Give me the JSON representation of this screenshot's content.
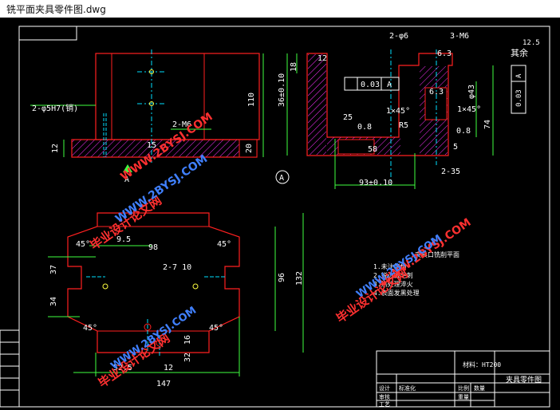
{
  "window": {
    "title": "铣平面夹具零件图.dwg"
  },
  "colors": {
    "background": "#000000",
    "outline": "#ff2020",
    "cyan": "#00e0ff",
    "green": "#40ff40",
    "yellow": "#ffff40",
    "white": "#ffffff",
    "watermark_red": "#ff3030",
    "watermark_blue": "#4080ff"
  },
  "front_view": {
    "hole_note": "2-φ5H7(销)",
    "thread_note": "2-M6",
    "height_110": "110",
    "dim_20": "20",
    "dim_12": "12",
    "dim_15": "15",
    "section_mark": "A"
  },
  "side_view": {
    "hole_dim": "2-φ6",
    "thread_dim": "3-M6",
    "dim_12": "12",
    "dim_36": "36±0.10",
    "dim_18": "18",
    "parallel_tol": "0.03",
    "datum": "A",
    "chamfer_1": "1×45°",
    "chamfer_2": "1×45°",
    "rough_1": "6.3",
    "rough_2": "6.3",
    "rough_3": "0.8",
    "rough_4": "0.8",
    "dim_r5": "R5",
    "dim_25": "25",
    "dim_5": "5",
    "dim_58": "58",
    "dim_2_35": "2-35",
    "dim_93": "93±0.10",
    "dim_74": "74",
    "dim_phi43": "φ43",
    "section_mark": "A",
    "other": "其余",
    "other_rough": "12.5",
    "tol_box_1": "0.03",
    "tol_box_2": "A"
  },
  "top_view": {
    "dim_95": "9.5",
    "dim_98": "98",
    "thread_note": "2-7 10",
    "dim_37": "37",
    "dim_34": "34",
    "dim_96": "96",
    "dim_132": "132",
    "angle_1": "45°",
    "angle_2": "45°",
    "angle_3": "45°",
    "angle_4": "45°",
    "dim_52_5": "52.5",
    "dim_12": "12",
    "dim_147": "147",
    "dim_16": "16",
    "dim_32": "32"
  },
  "notes": {
    "line_1": "夹具口铣削平面",
    "line_2": "1.未注倒角",
    "line_3": "2.锐边去毛刺",
    "line_4": "3.热处理淬火",
    "line_5": "4.表面发黑处理"
  },
  "title_block": {
    "material": "材料：HT200",
    "part_name": "夹具零件图",
    "row_1": "设计",
    "row_2": "审核",
    "row_3": "工艺",
    "row_4": "标准化",
    "col_1": "比例",
    "col_2": "数量",
    "col_3": "重量"
  },
  "watermarks": {
    "cn": "毕业设计论文网",
    "url": "WWW.2BYSJ.COM"
  }
}
